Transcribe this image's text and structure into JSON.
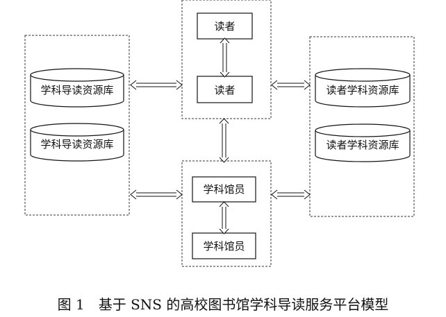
{
  "diagram": {
    "nodes": {
      "reader_top": "读者",
      "reader_bottom": "读者",
      "left_db_1": "学科导读资源库",
      "left_db_2": "学科导读资源库",
      "right_db_1": "读者学科资源库",
      "right_db_2": "读者学科资源库",
      "librarian_top": "学科馆员",
      "librarian_bottom": "学科馆员"
    },
    "caption": "图 1　基于 SNS 的高校图书馆学科导读服务平台模型"
  }
}
